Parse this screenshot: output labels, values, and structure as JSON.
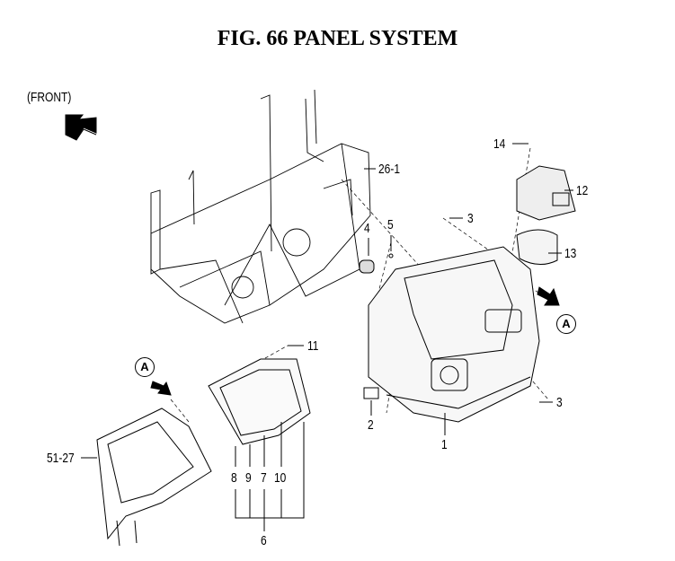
{
  "title": "FIG. 66  PANEL SYSTEM",
  "front_label": "(FRONT)",
  "view_marker": "A",
  "callouts": {
    "p14": "14",
    "p26_1": "26-1",
    "p12": "12",
    "p3a": "3",
    "p4": "4",
    "p5": "5",
    "p13": "13",
    "p11": "11",
    "p3b": "3",
    "p2": "2",
    "p1": "1",
    "p51_27": "51-27",
    "p8": "8",
    "p9": "9",
    "p7": "7",
    "p10": "10",
    "p6": "6"
  }
}
